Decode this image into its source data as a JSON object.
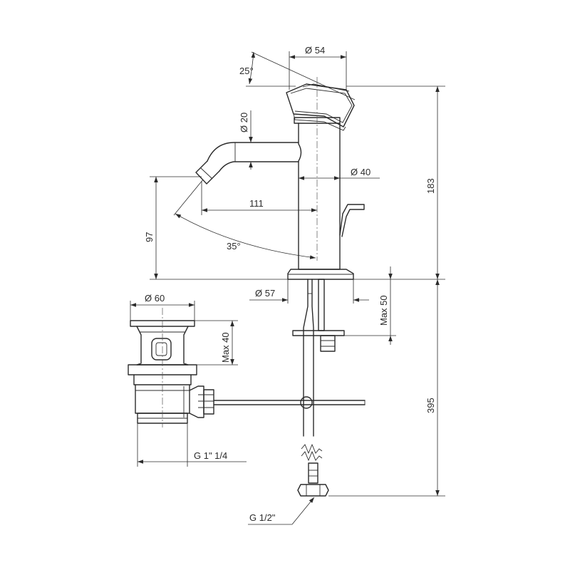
{
  "dimensions": {
    "top_diameter": "Ø 54",
    "handle_angle": "25°",
    "spout_diameter": "Ø 20",
    "body_diameter": "Ø 40",
    "spout_reach": "111",
    "spout_height": "97",
    "swivel_angle": "35°",
    "base_diameter": "Ø 57",
    "total_height": "183",
    "max_deck": "Max 50",
    "hose_length": "395",
    "waste_diameter": "Ø 60",
    "waste_max": "Max 40",
    "waste_thread": "G 1\" 1/4",
    "hose_thread": "G 1/2\""
  },
  "colors": {
    "line": "#2b2b2b",
    "background": "#ffffff"
  }
}
